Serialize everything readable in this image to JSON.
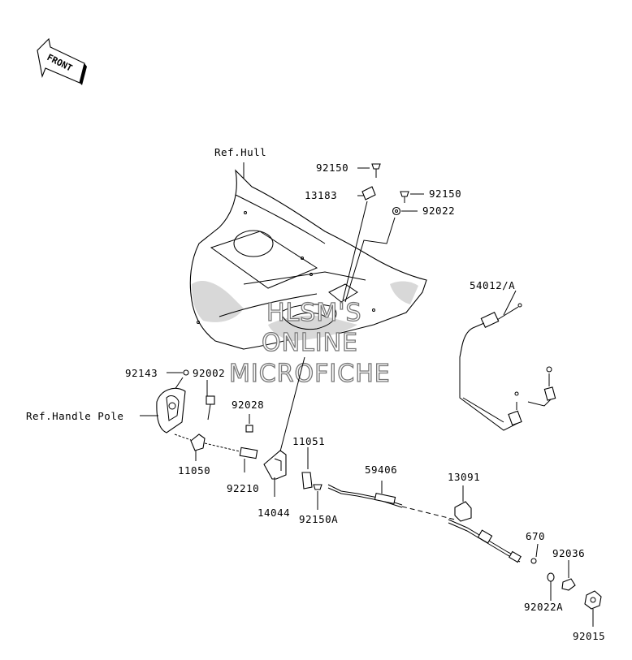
{
  "front_label": "FRONT",
  "watermark": {
    "line1": "HLSM'S",
    "line2": "ONLINE",
    "line3": "MICROFICHE"
  },
  "labels": {
    "ref_hull": "Ref.Hull",
    "p92150_top": "92150",
    "p13183": "13183",
    "p92150_right": "92150",
    "p92022": "92022",
    "p54012": "54012/A",
    "p92143": "92143",
    "p92002": "92002",
    "ref_handle_pole": "Ref.Handle Pole",
    "p92028": "92028",
    "p11051": "11051",
    "p59406": "59406",
    "p13091": "13091",
    "p11050": "11050",
    "p92210": "92210",
    "p14044": "14044",
    "p92150A": "92150A",
    "p670": "670",
    "p92036": "92036",
    "p92022A": "92022A",
    "p92015": "92015"
  }
}
